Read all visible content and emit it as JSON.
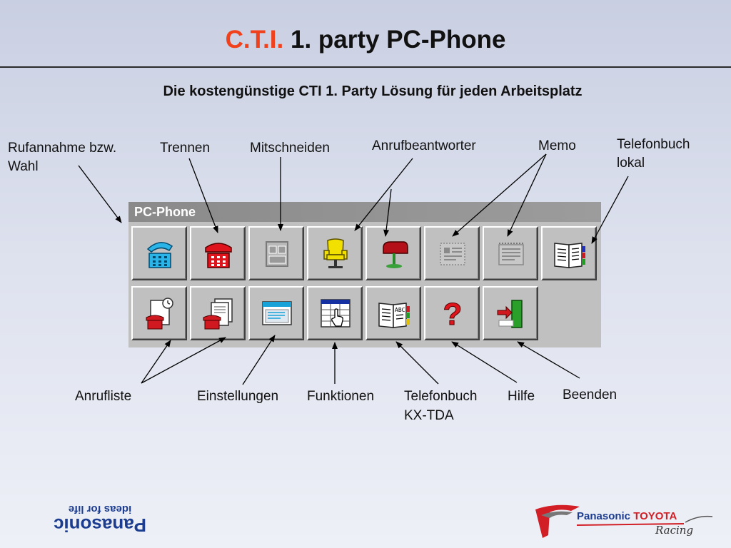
{
  "slide": {
    "title_accent": "C.T.I.",
    "title_rest": "1. party PC-Phone",
    "subtitle": "Die kostengünstige CTI 1. Party Lösung für jeden Arbeitsplatz"
  },
  "window": {
    "title": "PC-Phone",
    "row1": [
      {
        "icon": "telephone-cyan-icon"
      },
      {
        "icon": "telephone-red-icon"
      },
      {
        "icon": "record-grey-icon"
      },
      {
        "icon": "armchair-yellow-icon"
      },
      {
        "icon": "mailbox-red-icon"
      },
      {
        "icon": "memo-grey-icon"
      },
      {
        "icon": "memo-pad-grey-icon"
      },
      {
        "icon": "phonebook-icon"
      }
    ],
    "row2": [
      {
        "icon": "call-list-clock-icon"
      },
      {
        "icon": "call-list-pages-icon"
      },
      {
        "icon": "settings-window-icon"
      },
      {
        "icon": "functions-grid-hand-icon"
      },
      {
        "icon": "phonebook-abc-icon"
      },
      {
        "icon": "question-mark-red-icon"
      },
      {
        "icon": "exit-door-icon"
      }
    ]
  },
  "labels": {
    "rufannahme": "Rufannahme bzw.",
    "wahl": "Wahl",
    "trennen": "Trennen",
    "mitschneiden": "Mitschneiden",
    "anrufbeantworter": "Anrufbeantworter",
    "memo": "Memo",
    "telefonbuch_l1": "Telefonbuch",
    "telefonbuch_l2": "lokal",
    "anrufliste": "Anrufliste",
    "einstellungen": "Einstellungen",
    "funktionen": "Funktionen",
    "telefonbuch_tda_l1": "Telefonbuch",
    "telefonbuch_tda_l2": "KX-TDA",
    "hilfe": "Hilfe",
    "beenden": "Beenden"
  },
  "logos": {
    "panasonic": "Panasonic",
    "slogan": "ideas for life",
    "sponsor_left": "Panasonic",
    "sponsor_right": "TOYOTA",
    "racing": "Racing"
  }
}
